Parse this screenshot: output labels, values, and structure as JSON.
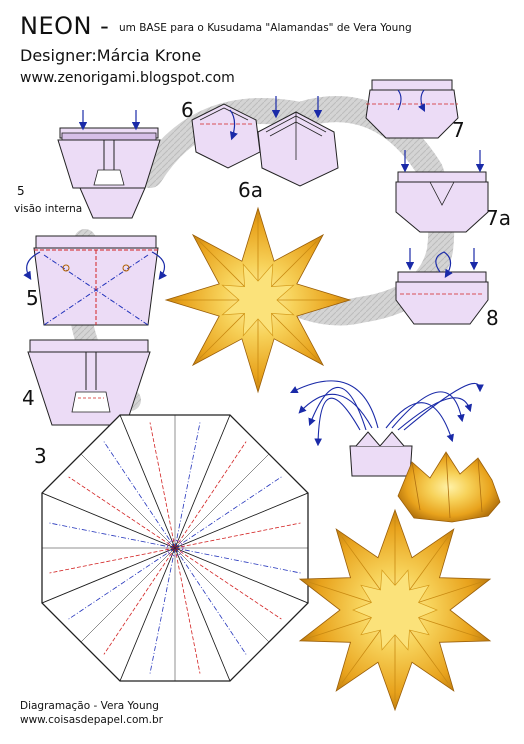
{
  "header": {
    "title": "NEON -",
    "subtitle": "um BASE para o Kusudama \"Alamandas\" de Vera Young",
    "designer": "Designer:Márcia Krone",
    "website": "www.zenorigami.blogspot.com"
  },
  "steps": {
    "s3": "3",
    "s4": "4",
    "s5": "5",
    "s5_interior": "5",
    "s5_interior_caption": "visão interna",
    "s6": "6",
    "s6a": "6a",
    "s7": "7",
    "s7a": "7a",
    "s8": "8"
  },
  "footer": {
    "credit": "Diagramação - Vera Young",
    "site": "www.coisasdepapel.com.br"
  },
  "colors": {
    "paper": "#ecdcf6",
    "paper_dark": "#d6bfe8",
    "outline": "#222222",
    "mountain": "#d22222",
    "valley": "#2233bb",
    "arrow": "#1a2aa8",
    "gold": "#e8a21c",
    "gold_light": "#f7d25a",
    "gold_dark": "#b0700c",
    "band": "#c9c9c9"
  }
}
